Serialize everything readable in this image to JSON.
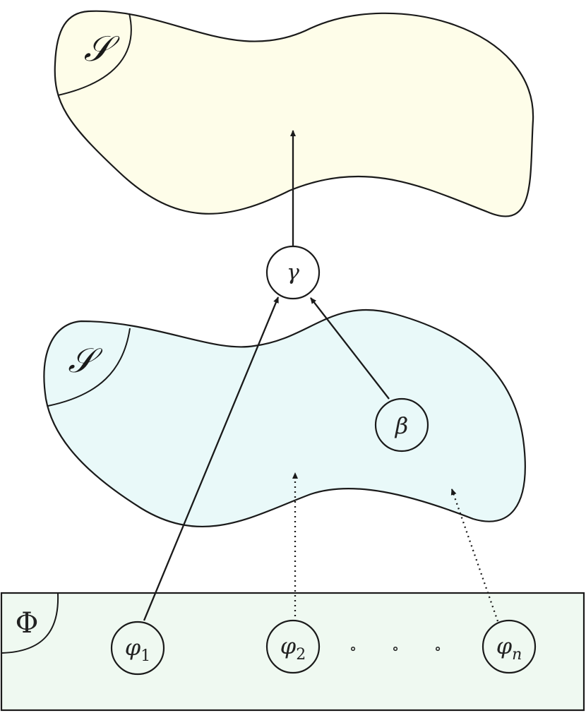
{
  "colors": {
    "top_region_fill": "#fefde9",
    "middle_region_fill": "#e9f9f9",
    "bottom_band_fill": "#eff9f1",
    "node_fill": "#ffffff",
    "stroke": "#1a1a1a"
  },
  "top_region": {
    "label": "𝒮"
  },
  "middle_region": {
    "label": "𝒮"
  },
  "bottom_band": {
    "label": "Φ"
  },
  "nodes": {
    "gamma": "γ",
    "beta": "β",
    "phi1": {
      "base": "φ",
      "sub": "1"
    },
    "phi2": {
      "base": "φ",
      "sub": "2"
    },
    "phin": {
      "base": "φ",
      "sub": "n"
    }
  },
  "ellipsis_dots": [
    "∘",
    "∘",
    "∘"
  ]
}
